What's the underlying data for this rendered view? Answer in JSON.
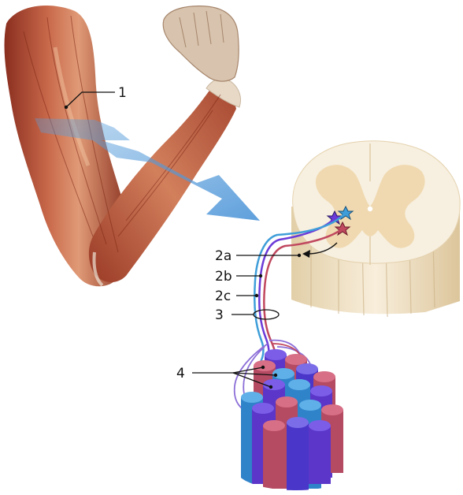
{
  "labels": {
    "muscle": "1",
    "fiber_a": "2a",
    "fiber_b": "2b",
    "fiber_c": "2c",
    "nerve": "3",
    "fascicles": "4"
  },
  "colors": {
    "muscle_red": "#b5553a",
    "tendon": "#e7d9c6",
    "arrow_blue": "#5a9fdb",
    "cord_white": "#f6ecd8",
    "cord_grey": "#f0d9b0",
    "cord_side": "#e8d7b5",
    "nerve_red": "#c0485f",
    "nerve_blue": "#3f6ee0",
    "nerve_purple": "#6b3bd8",
    "nerve_cyan": "#3f9ed9"
  }
}
